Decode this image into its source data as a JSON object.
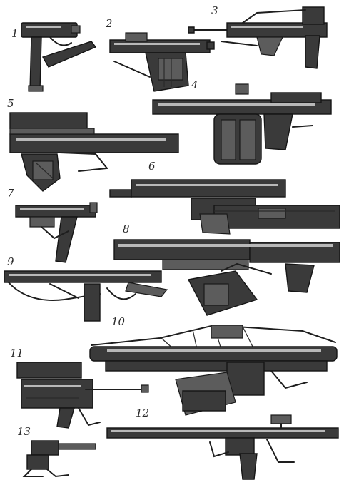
{
  "sheet": {
    "sketches": [
      {
        "number": "1",
        "icon": "smg-pistol-icon"
      },
      {
        "number": "2",
        "icon": "compact-rifle-icon"
      },
      {
        "number": "3",
        "icon": "assault-rifle-icon"
      },
      {
        "number": "4",
        "icon": "drum-mag-rifle-icon"
      },
      {
        "number": "5",
        "icon": "heavy-cannon-icon"
      },
      {
        "number": "6",
        "icon": "long-barrel-gun-icon"
      },
      {
        "number": "7",
        "icon": "machine-pistol-icon"
      },
      {
        "number": "8",
        "icon": "heavy-launcher-icon"
      },
      {
        "number": "9",
        "icon": "skeleton-rifle-icon"
      },
      {
        "number": "10",
        "icon": "railgun-icon"
      },
      {
        "number": "11",
        "icon": "scoped-carbine-icon"
      },
      {
        "number": "12",
        "icon": "sniper-rifle-icon"
      },
      {
        "number": "13",
        "icon": "bipod-pistol-icon"
      }
    ]
  }
}
